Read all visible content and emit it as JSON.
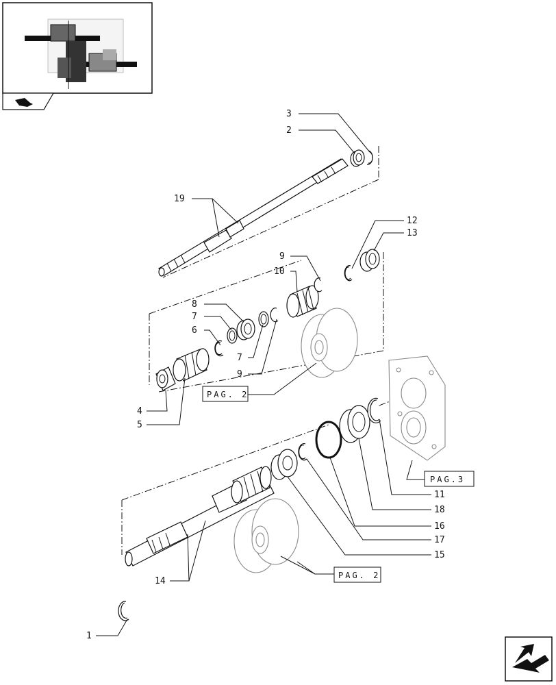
{
  "callouts": {
    "c1": "1",
    "c2": "2",
    "c3": "3",
    "c4": "4",
    "c5": "5",
    "c6": "6",
    "c7a": "7",
    "c7b": "7",
    "c8": "8",
    "c9a": "9",
    "c9b": "9",
    "c10": "10",
    "c11": "11",
    "c12": "12",
    "c13": "13",
    "c14": "14",
    "c15": "15",
    "c16": "16",
    "c17": "17",
    "c18": "18",
    "c19": "19"
  },
  "page_refs": {
    "pag2_upper": "PAG. 2",
    "pag2_lower": "PAG. 2",
    "pag3": "PAG.3"
  },
  "icons": {
    "thumbnail": "assembly-thumbnail-icon",
    "tab": "tractor-tab-icon",
    "nav": "next-page-arrow-icon"
  }
}
